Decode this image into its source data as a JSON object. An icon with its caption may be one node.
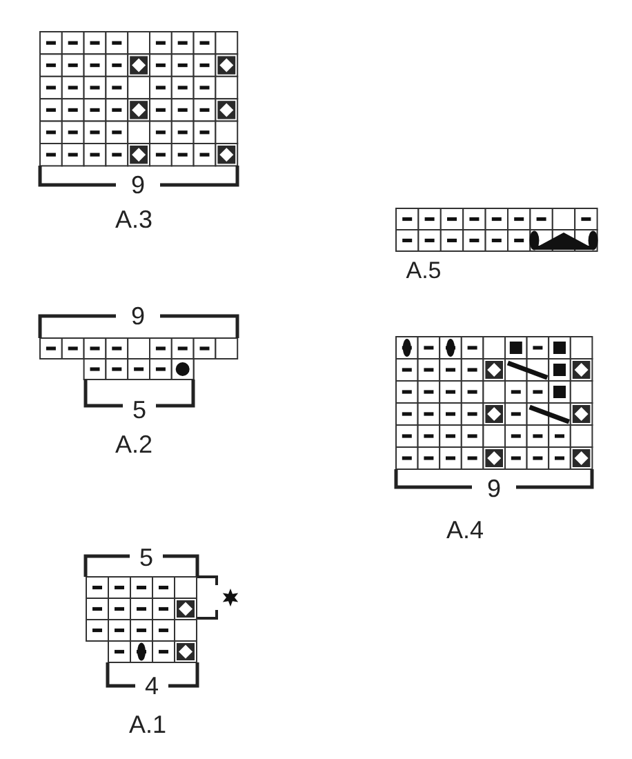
{
  "diagram": {
    "labels": [
      "9",
      "A.3",
      "9",
      "A.5",
      "5",
      "A.2",
      "9",
      "A.4",
      "5",
      "4",
      "A.1"
    ]
  }
}
